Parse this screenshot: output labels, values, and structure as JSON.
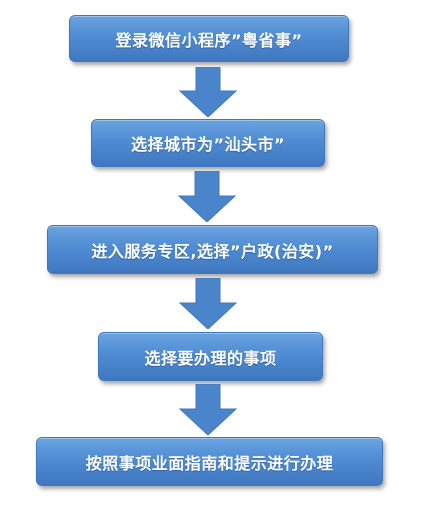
{
  "flowchart": {
    "steps": [
      {
        "label": "登录微信小程序”粤省事”"
      },
      {
        "label": "选择城市为”汕头市”"
      },
      {
        "label": "进入服务专区,选择”户政(治安)”"
      },
      {
        "label": "选择要办理的事项"
      },
      {
        "label": "按照事项业面指南和提示进行办理"
      }
    ],
    "colors": {
      "box_fill": "#4f8cd3",
      "box_border": "#3f79b8",
      "arrow_fill": "#4a85cc",
      "text": "#ffffff"
    }
  }
}
